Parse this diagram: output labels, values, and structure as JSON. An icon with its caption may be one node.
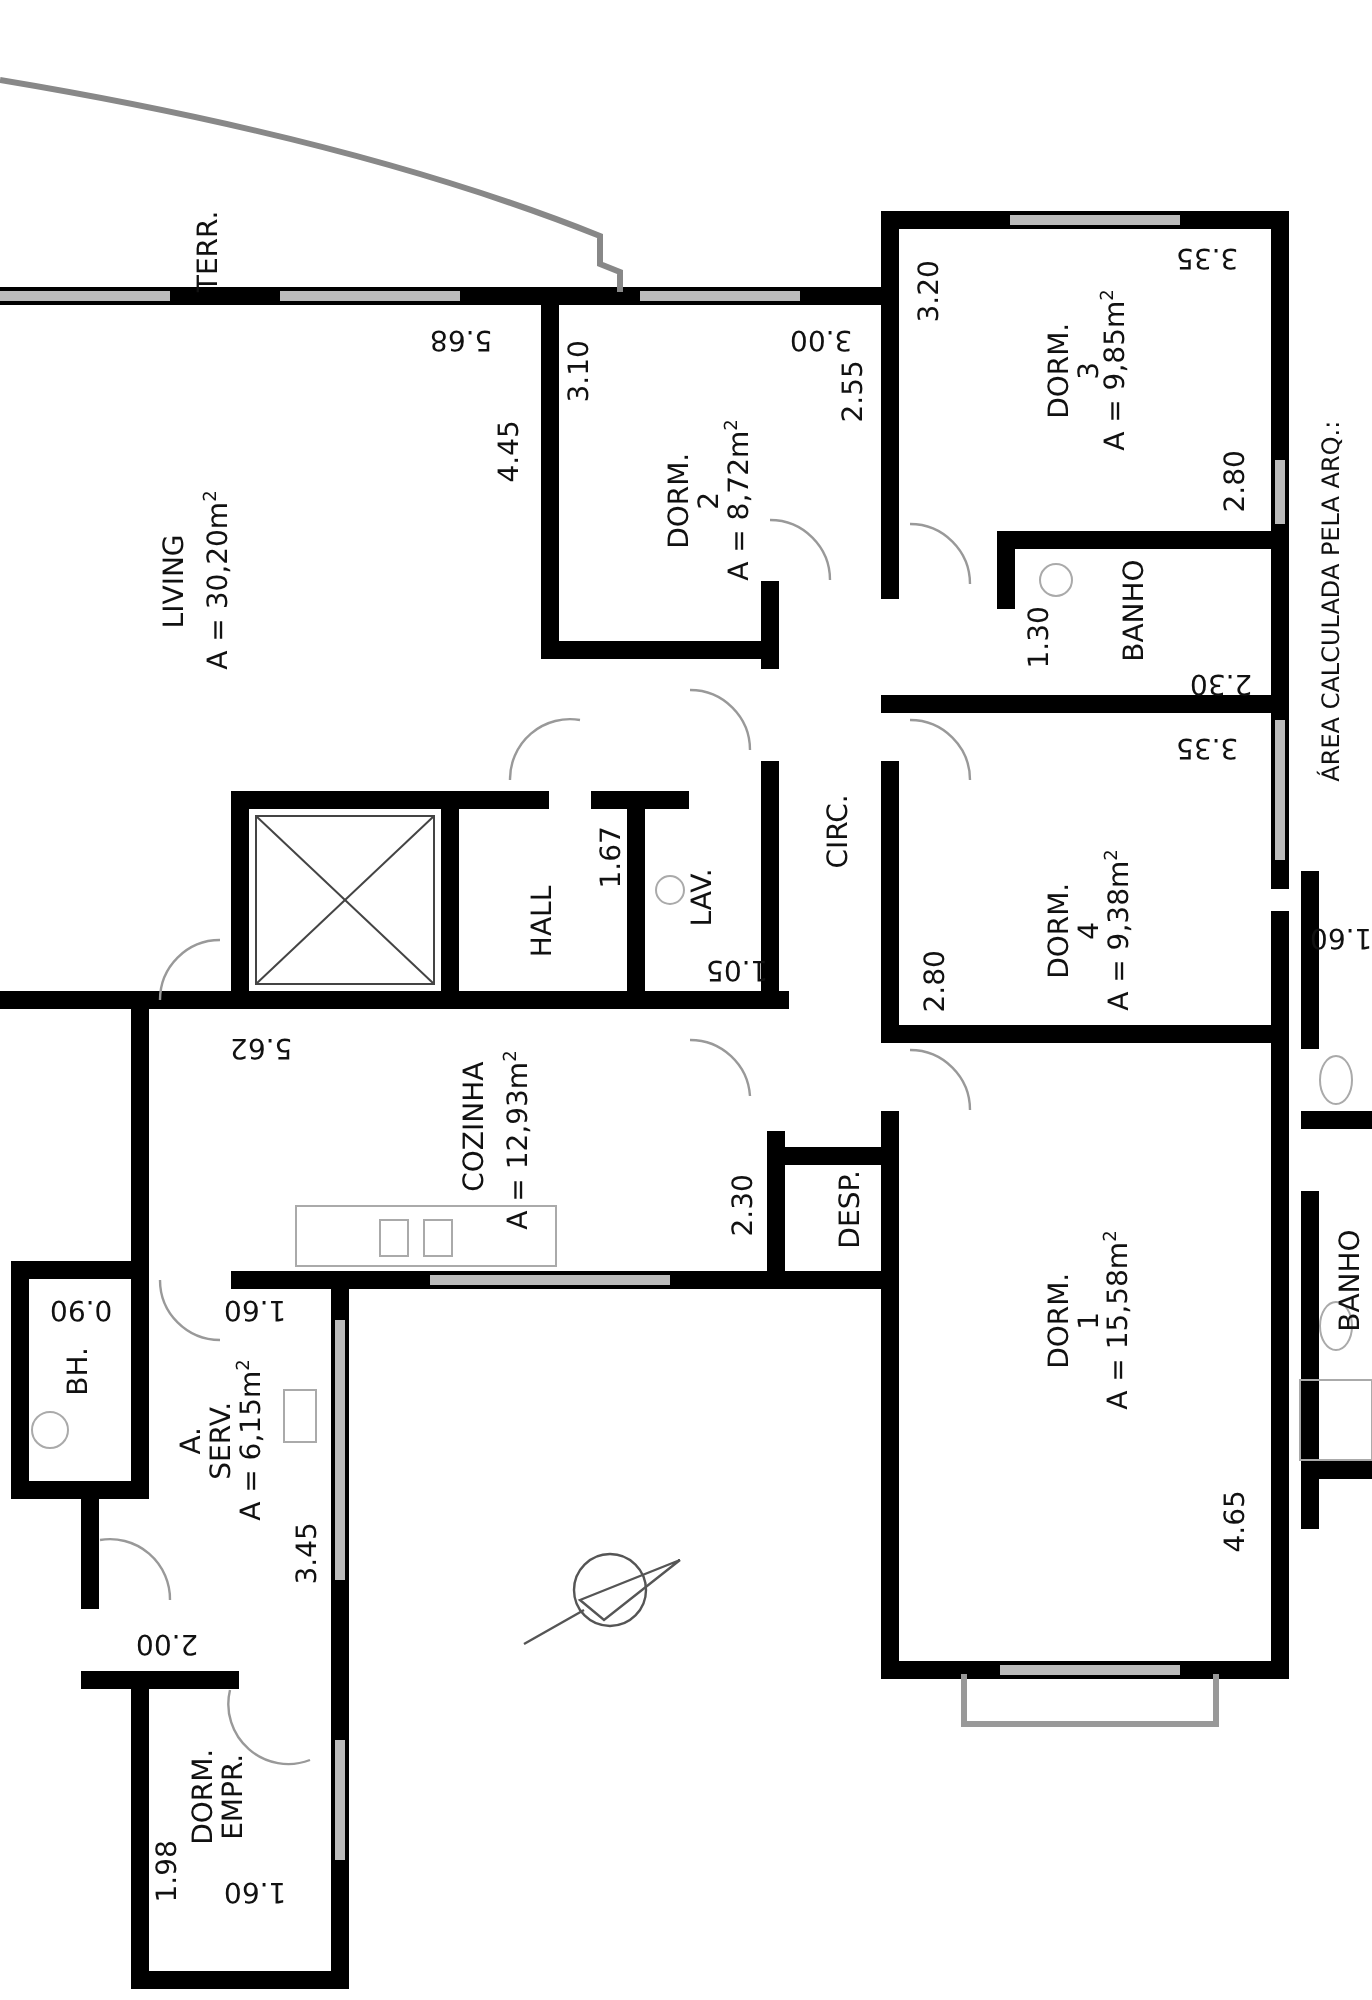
{
  "diagram": {
    "labels": [
      "TERR.",
      "5.68",
      "3.10",
      "4.45",
      "3.00",
      "2.55",
      "3.20",
      "DORM. 3",
      "A = 9,85m$^{2}$",
      "3.35",
      "2.80",
      "LIVING",
      "A = 30,20m$^{2}$",
      "DORM. 2",
      "A = 8,72m$^{2}$",
      "1.30",
      "BANHO",
      "2.30",
      "ÁREA CALCULADA PELA ARQ.:",
      "3.35",
      "HALL",
      "1.67",
      "LAV.",
      "CIRC.",
      "DORM. 4",
      "A = 9,38m$^{2}$",
      "2.80",
      "1.60",
      "1.05",
      "5.62",
      "COZINHA",
      "A = 12,93m$^{2}$",
      "2.30",
      "DESP.",
      "0.90",
      "1.60",
      "DORM. 1",
      "A = 15,58m$^{2}$",
      "BH.",
      "BANHO",
      "A. SERV.",
      "A = 6,15m$^{2}$",
      "3.45",
      "4.65",
      "2.00",
      "DORM. EMPR.",
      "1.98",
      "1.60"
    ]
  }
}
